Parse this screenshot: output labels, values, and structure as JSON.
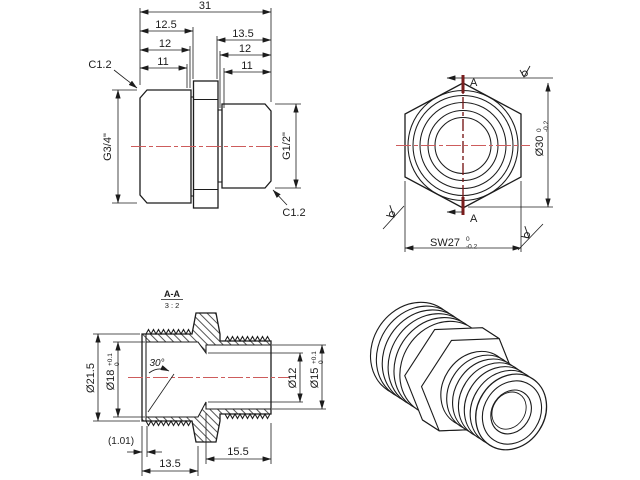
{
  "front_view": {
    "chamfer_top": "C1.2",
    "chamfer_bottom": "C1.2",
    "thread_left": "G3/4\"",
    "thread_right": "G1/2\"",
    "total_length": "31",
    "left_dims": [
      "12.5",
      "12",
      "11"
    ],
    "right_dims": [
      "13.5",
      "12",
      "11"
    ]
  },
  "end_view": {
    "section_letter": "A",
    "outer_diameter": "Ø30",
    "od_tol_upper": "0",
    "od_tol_lower": "-0.2",
    "wrench_size": "SW27",
    "sw_tol_upper": "0",
    "sw_tol_lower": "-0.2"
  },
  "section_view": {
    "title": "A-A",
    "scale": "3 : 2",
    "outer_diameter": "Ø21.5",
    "bore_left": "Ø18",
    "bore_left_tol_upper": "+0.1",
    "bore_left_tol_lower": "0",
    "cone_angle": "30°",
    "bore_mid": "Ø12",
    "bore_right": "Ø15",
    "bore_right_tol_upper": "+0.1",
    "bore_right_tol_lower": "0",
    "runout_length": "(1.01)",
    "bore_left_depth": "13.5",
    "bore_right_depth": "15.5"
  },
  "colors": {
    "line": "#1c1c1c",
    "centerline": "#cd5c5c",
    "cutting_plane": "#7a1d1d"
  }
}
